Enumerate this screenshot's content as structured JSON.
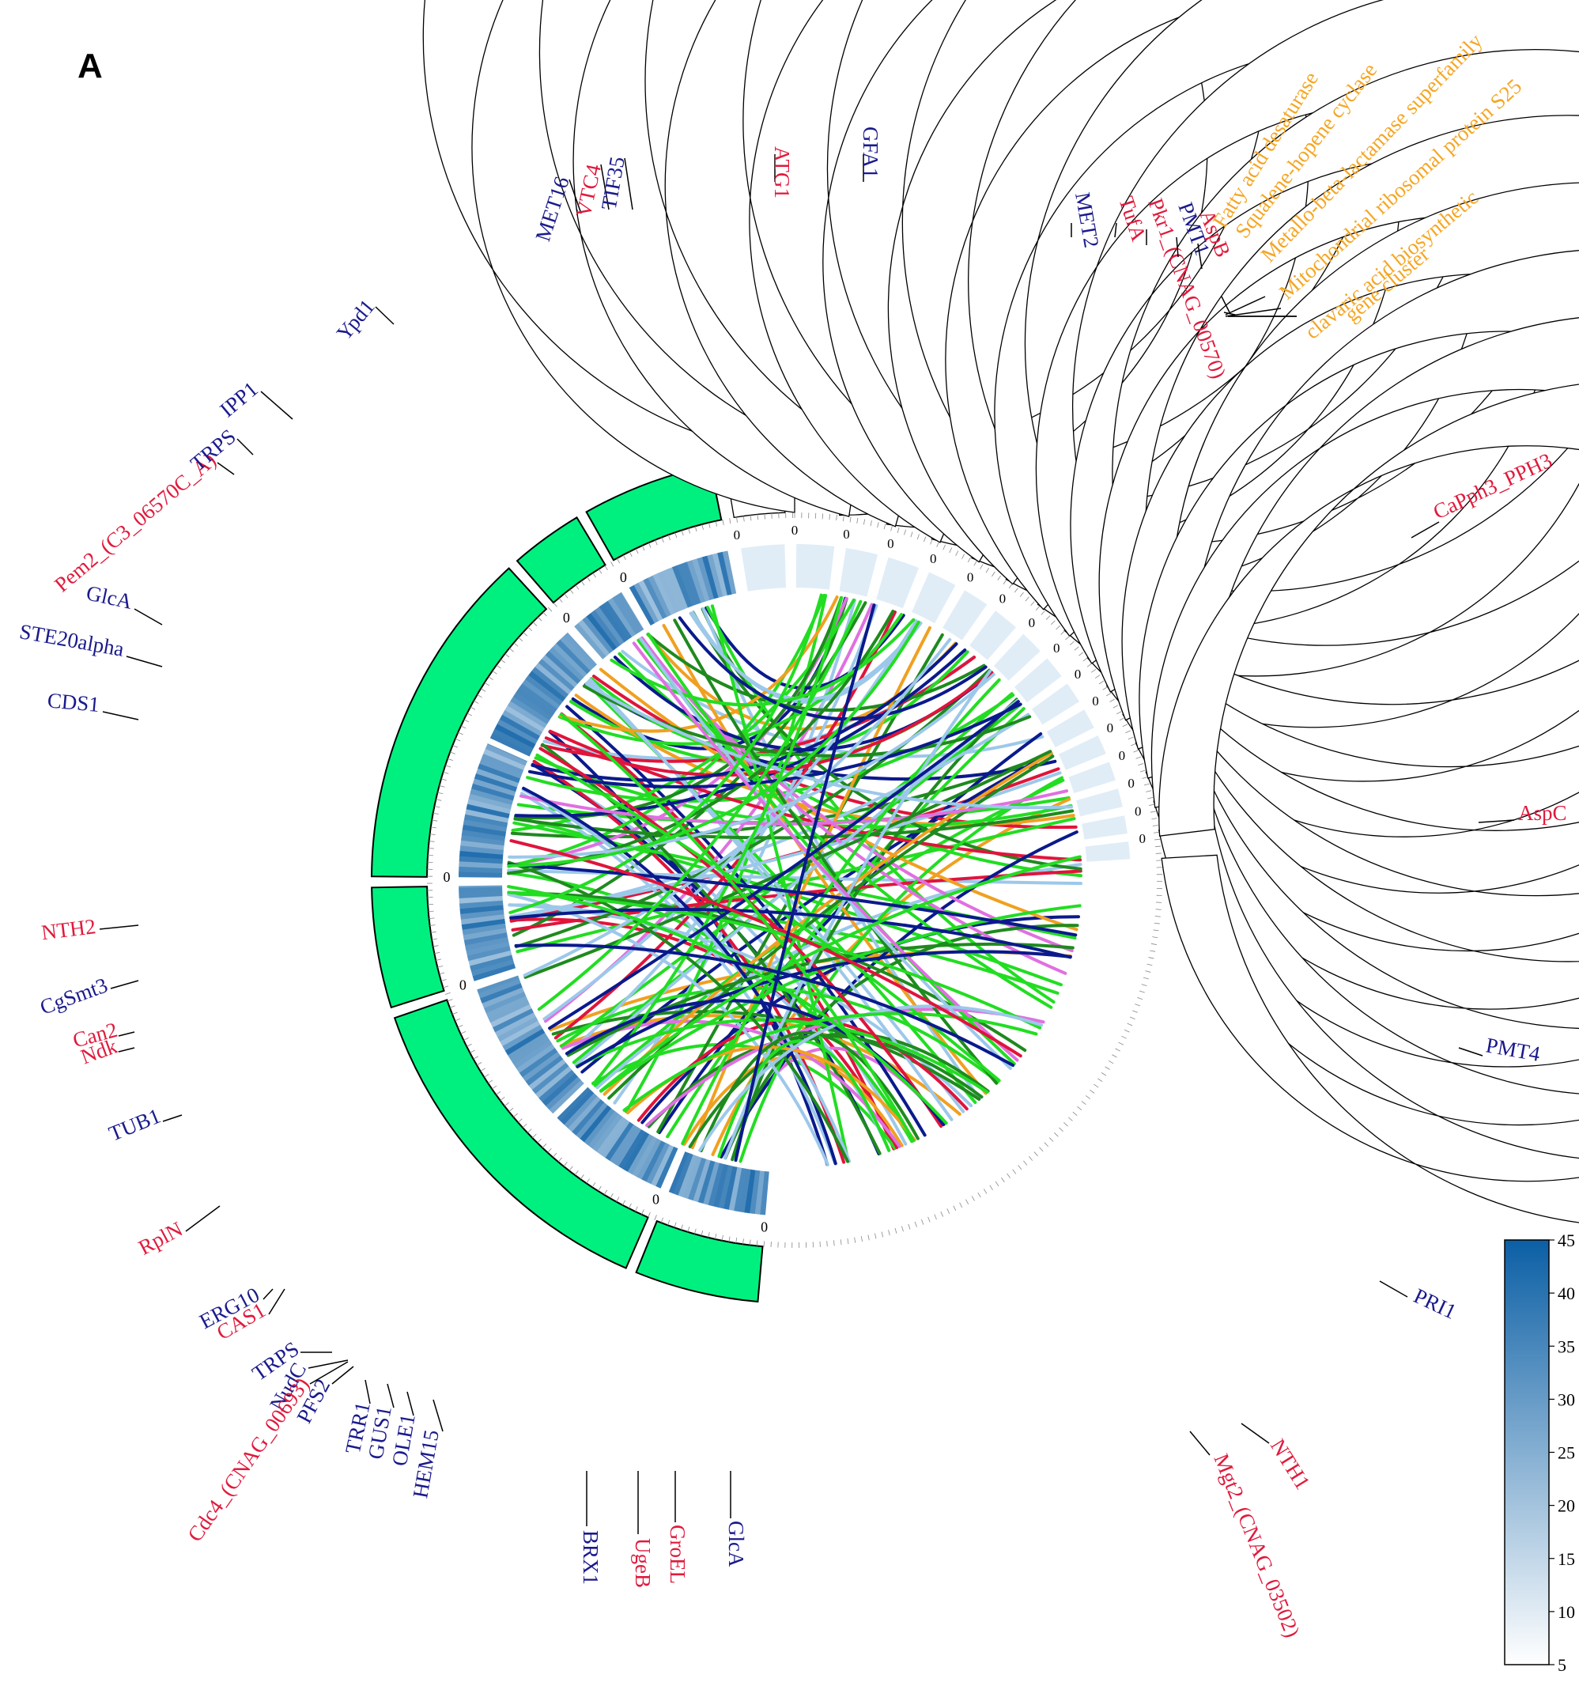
{
  "panel_label": "A",
  "colors": {
    "label_blue": "#1a1a8c",
    "label_red": "#e01a3c",
    "label_orange": "#f5a623",
    "green_segment": "#00f07f",
    "grey_segment": "#f0f0f0",
    "link_bright_green": "#22dd22",
    "link_dark_green": "#1e8a1e",
    "link_navy": "#0a1a8c",
    "link_red": "#e0143c",
    "link_lightblue": "#9cc8ea",
    "link_pink": "#e070e0",
    "link_orange": "#f0a020"
  },
  "zero_label": "0",
  "gene_labels": [
    {
      "text": "ATG1",
      "color": "red"
    },
    {
      "text": "GFA1",
      "color": "blue"
    },
    {
      "text": "MET2",
      "color": "blue"
    },
    {
      "text": "TufA",
      "color": "red"
    },
    {
      "text": "Pkr1_(CNAG_00570)",
      "color": "red"
    },
    {
      "text": "PMT1",
      "color": "blue"
    },
    {
      "text": "AspB",
      "color": "red"
    },
    {
      "text": "Fatty acid desaturase",
      "color": "orange"
    },
    {
      "text": "Squalene-hopene cyclase",
      "color": "orange"
    },
    {
      "text": "Metallo-beta-lactamase superfamily",
      "color": "orange"
    },
    {
      "text": "Mitochondrial ribosomal protein S25",
      "color": "orange"
    },
    {
      "text": "clavaric acid biosynthetic",
      "color": "orange"
    },
    {
      "text": "gene cluster",
      "color": "orange"
    },
    {
      "text": "CaPph3_PPH3",
      "color": "red"
    },
    {
      "text": "AspC",
      "color": "red"
    },
    {
      "text": "PMT4",
      "color": "blue"
    },
    {
      "text": "PRI1",
      "color": "blue"
    },
    {
      "text": "NTH1",
      "color": "red"
    },
    {
      "text": "Mgt2_(CNAG_03502)",
      "color": "red"
    },
    {
      "text": "GlcA",
      "color": "blue"
    },
    {
      "text": "GroEL",
      "color": "red"
    },
    {
      "text": "UgeB",
      "color": "red"
    },
    {
      "text": "BRX1",
      "color": "blue"
    },
    {
      "text": "HEM15",
      "color": "blue"
    },
    {
      "text": "OLE1",
      "color": "blue"
    },
    {
      "text": "GUS1",
      "color": "blue"
    },
    {
      "text": "TRR1",
      "color": "blue"
    },
    {
      "text": "PFS2",
      "color": "blue"
    },
    {
      "text": "NudC",
      "color": "blue"
    },
    {
      "text": "Cdc4_(CNAG_00693)",
      "color": "red"
    },
    {
      "text": "TRPS",
      "color": "blue"
    },
    {
      "text": "CAS1",
      "color": "red"
    },
    {
      "text": "ERG10",
      "color": "blue"
    },
    {
      "text": "RplN",
      "color": "red"
    },
    {
      "text": "TUB1",
      "color": "blue"
    },
    {
      "text": "Ndk",
      "color": "red"
    },
    {
      "text": "Can2",
      "color": "red"
    },
    {
      "text": "CgSmt3",
      "color": "blue"
    },
    {
      "text": "NTH2",
      "color": "red"
    },
    {
      "text": "CDS1",
      "color": "blue"
    },
    {
      "text": "STE20alpha",
      "color": "blue"
    },
    {
      "text": "GlcA",
      "color": "blue"
    },
    {
      "text": "Pem2_(C3_06570C_A)",
      "color": "red"
    },
    {
      "text": "TRPS",
      "color": "blue"
    },
    {
      "text": "IPP1",
      "color": "blue"
    },
    {
      "text": "Ypd1",
      "color": "blue"
    },
    {
      "text": "MET16",
      "color": "blue"
    },
    {
      "text": "VTC4",
      "color": "red"
    },
    {
      "text": "TIF35",
      "color": "blue"
    }
  ],
  "colorbar": {
    "min": 5,
    "max": 45,
    "tick_labels": [
      "45",
      "40",
      "35",
      "30",
      "25",
      "20",
      "15",
      "10",
      "5"
    ],
    "color_low": "#ffffff",
    "color_high": "#0b5fa5"
  }
}
